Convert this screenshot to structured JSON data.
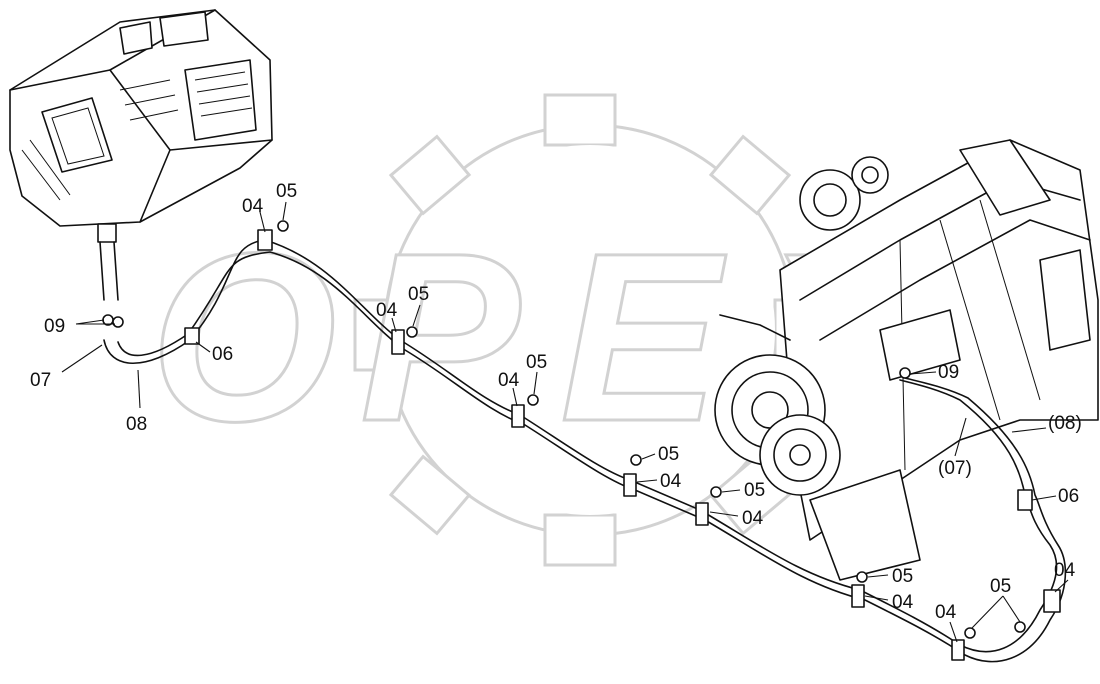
{
  "watermark": {
    "text": "OPEX",
    "letters": [
      "O",
      "P",
      "E",
      "X"
    ],
    "color": "#d2d2d2"
  },
  "callouts": [
    {
      "id": "c1",
      "text": "04"
    },
    {
      "id": "c2",
      "text": "05"
    },
    {
      "id": "c3",
      "text": "04"
    },
    {
      "id": "c4",
      "text": "05"
    },
    {
      "id": "c5",
      "text": "04"
    },
    {
      "id": "c6",
      "text": "05"
    },
    {
      "id": "c7",
      "text": "05"
    },
    {
      "id": "c8",
      "text": "04"
    },
    {
      "id": "c9",
      "text": "05"
    },
    {
      "id": "c10",
      "text": "04"
    },
    {
      "id": "c11",
      "text": "05"
    },
    {
      "id": "c12",
      "text": "04"
    },
    {
      "id": "c13",
      "text": "04"
    },
    {
      "id": "c14",
      "text": "05"
    },
    {
      "id": "c15",
      "text": "04"
    },
    {
      "id": "c16",
      "text": "09"
    },
    {
      "id": "c17",
      "text": "07"
    },
    {
      "id": "c18",
      "text": "08"
    },
    {
      "id": "c19",
      "text": "06"
    },
    {
      "id": "c20",
      "text": "09"
    },
    {
      "id": "c21",
      "text": "(08)"
    },
    {
      "id": "c22",
      "text": "(07)"
    },
    {
      "id": "c23",
      "text": "06"
    }
  ]
}
